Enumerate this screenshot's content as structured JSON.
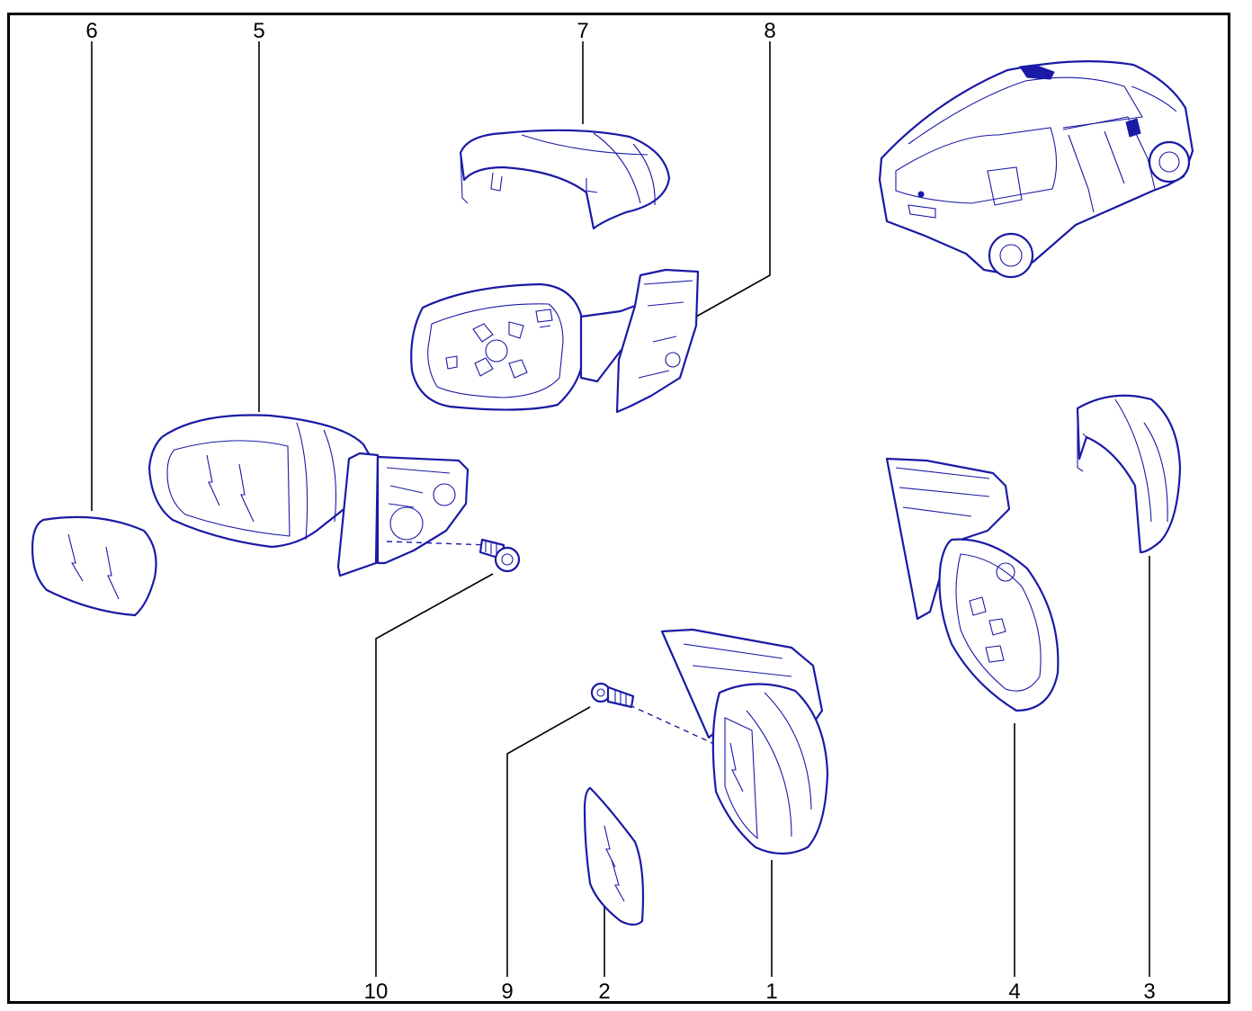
{
  "callouts": [
    "6",
    "5",
    "7",
    "8",
    "10",
    "9",
    "2",
    "1",
    "4",
    "3"
  ],
  "colors": {
    "lineart": "#1a1aa6",
    "leaders": "#000000",
    "background": "#ffffff"
  },
  "parts": [
    "mirror-glass-left",
    "mirror-assembly-left",
    "mirror-cap-top",
    "mirror-housing-back",
    "mounting-screw-left",
    "mounting-screw-right",
    "mirror-glass-right",
    "mirror-assembly-right",
    "mirror-housing-right",
    "mirror-cap-right",
    "vehicle-locator"
  ]
}
